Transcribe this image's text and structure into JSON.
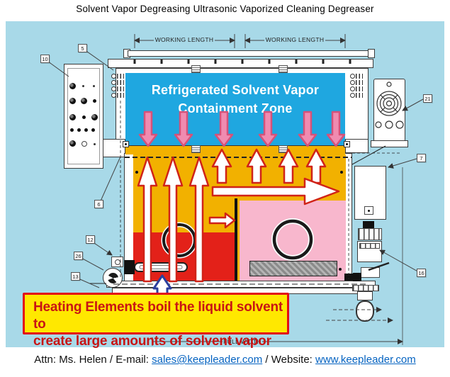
{
  "title": "Solvent Vapor Degreasing Ultrasonic Vaporized Cleaning Degreaser",
  "diagram": {
    "containment_zone": {
      "line1": "Refrigerated Solvent Vapor",
      "line2": "Containment Zone"
    },
    "dimensions": {
      "working_length_left": "WORKING LENGTH",
      "working_length_right": "WORKING LENGTH",
      "full_width": "FULL WIDTH"
    },
    "callouts": {
      "c5": "5",
      "c10": "10",
      "c21": "21",
      "c7": "7",
      "c6": "6",
      "c12": "12",
      "c26": "26",
      "c13": "13",
      "c16": "16"
    },
    "annotation": {
      "line1": "Heating Elements boil the liquid solvent to",
      "line2": "create large amounts of solvent vapor"
    },
    "colors": {
      "diagram_background": "#a8d9e8",
      "containment_zone_blue": "#1fa7e0",
      "vapor_zone_yellow": "#f2b100",
      "boiling_solvent_red": "#e32119",
      "clean_tank_pink": "#f8b7cd",
      "pink_arrow_fill": "#f08bb0",
      "pink_arrow_stroke": "#d5527a",
      "white_arrow_stroke": "#d02318",
      "annotation_box_fill": "#ffe800",
      "annotation_border": "#e30b18",
      "annotation_text": "#c81414",
      "link_blue": "#0563c1"
    }
  },
  "footer": {
    "attn_prefix": "Attn: Ms. Helen / E-mail: ",
    "email": "sales@keepleader.com",
    "website_prefix": " / Website: ",
    "website": "www.keepleader.com"
  }
}
